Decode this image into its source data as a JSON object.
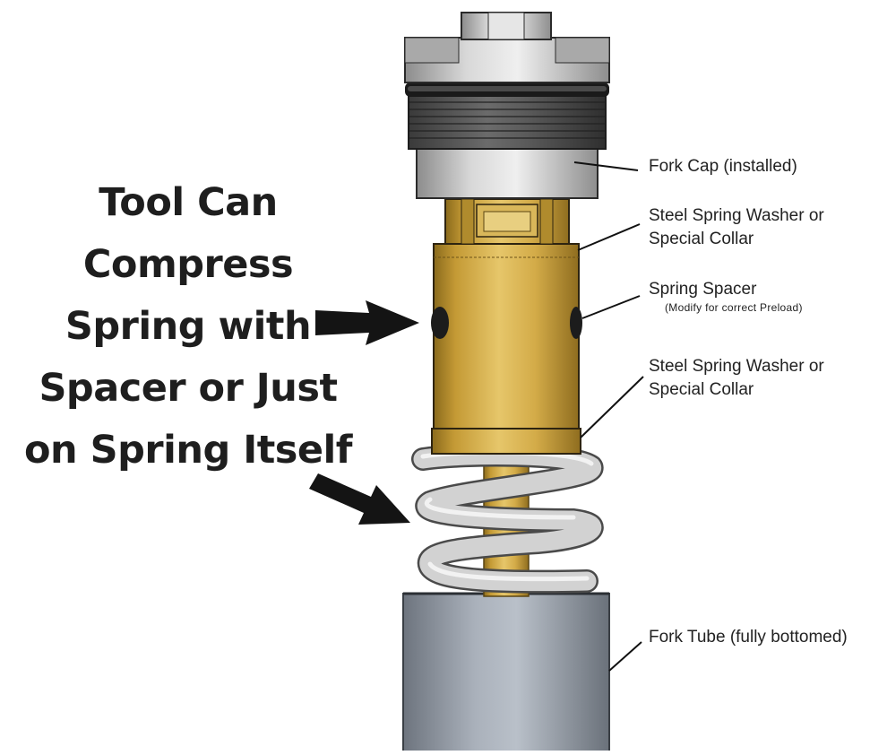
{
  "headline": {
    "lines": [
      "Tool Can",
      "Compress",
      "Spring with",
      "Spacer or Just",
      "on Spring Itself"
    ]
  },
  "callouts": {
    "fork_cap": {
      "text": "Fork Cap (installed)"
    },
    "upper_washer": {
      "line1": "Steel Spring Washer or",
      "line2": "Special Collar"
    },
    "spring_spacer": {
      "line1": "Spring Spacer",
      "note": "(Modify for correct Preload)"
    },
    "lower_washer": {
      "line1": "Steel Spring Washer or",
      "line2": "Special Collar"
    },
    "fork_tube": {
      "text": "Fork Tube (fully bottomed)"
    }
  },
  "colors": {
    "brass": "#c9a440",
    "steel_gray": "#b0b0b0",
    "tube_blue_gray": "#8a929c",
    "arrow": "#141414"
  }
}
